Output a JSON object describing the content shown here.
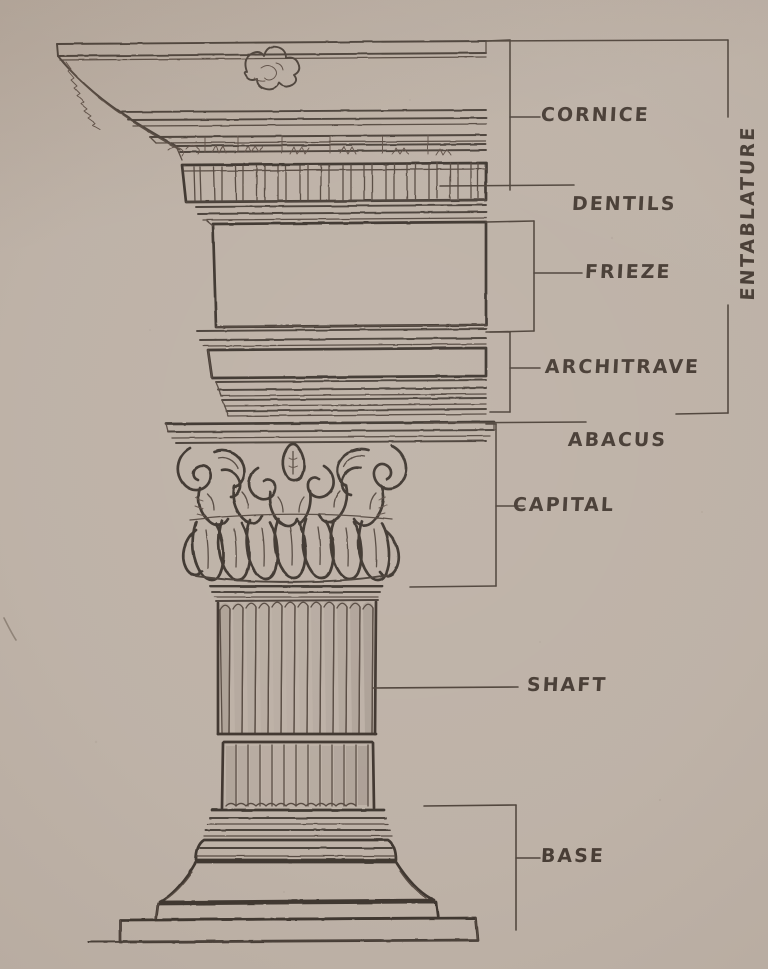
{
  "drawing": {
    "subject": "Classical Corinthian column order — annotated elevation drawing",
    "medium": "pen-and-ink line drawing on toned paper",
    "paper_color": "#bdb1a6",
    "ink_color": "#4a3f38"
  },
  "labels": {
    "cornice": "CORNICE",
    "dentils": "DENTILS",
    "frieze": "FRIEZE",
    "architrave": "ARCHITRAVE",
    "abacus": "ABACUS",
    "capital": "CAPITAL",
    "shaft": "SHAFT",
    "base": "BASE",
    "entablature": "ENTABLATURE"
  },
  "parts": [
    {
      "id": "cornice",
      "label": "CORNICE",
      "group": "entablature",
      "order": 1
    },
    {
      "id": "dentils",
      "label": "DENTILS",
      "group": "entablature",
      "order": 2
    },
    {
      "id": "frieze",
      "label": "FRIEZE",
      "group": "entablature",
      "order": 3
    },
    {
      "id": "architrave",
      "label": "ARCHITRAVE",
      "group": "entablature",
      "order": 4
    },
    {
      "id": "abacus",
      "label": "ABACUS",
      "group": "column",
      "order": 5
    },
    {
      "id": "capital",
      "label": "CAPITAL",
      "group": "column",
      "order": 6
    },
    {
      "id": "shaft",
      "label": "SHAFT",
      "group": "column",
      "order": 7
    },
    {
      "id": "base",
      "label": "BASE",
      "group": "column",
      "order": 8
    }
  ],
  "groups": [
    {
      "id": "entablature",
      "label": "ENTABLATURE",
      "orientation": "vertical",
      "includes": [
        "CORNICE",
        "DENTILS",
        "FRIEZE",
        "ARCHITRAVE"
      ]
    }
  ],
  "ornament": {
    "cornice_rosette": "floral-rosette",
    "dentil_count": 20,
    "shaft_flute_count": 13,
    "capital_style": "corinthian-acanthus"
  }
}
